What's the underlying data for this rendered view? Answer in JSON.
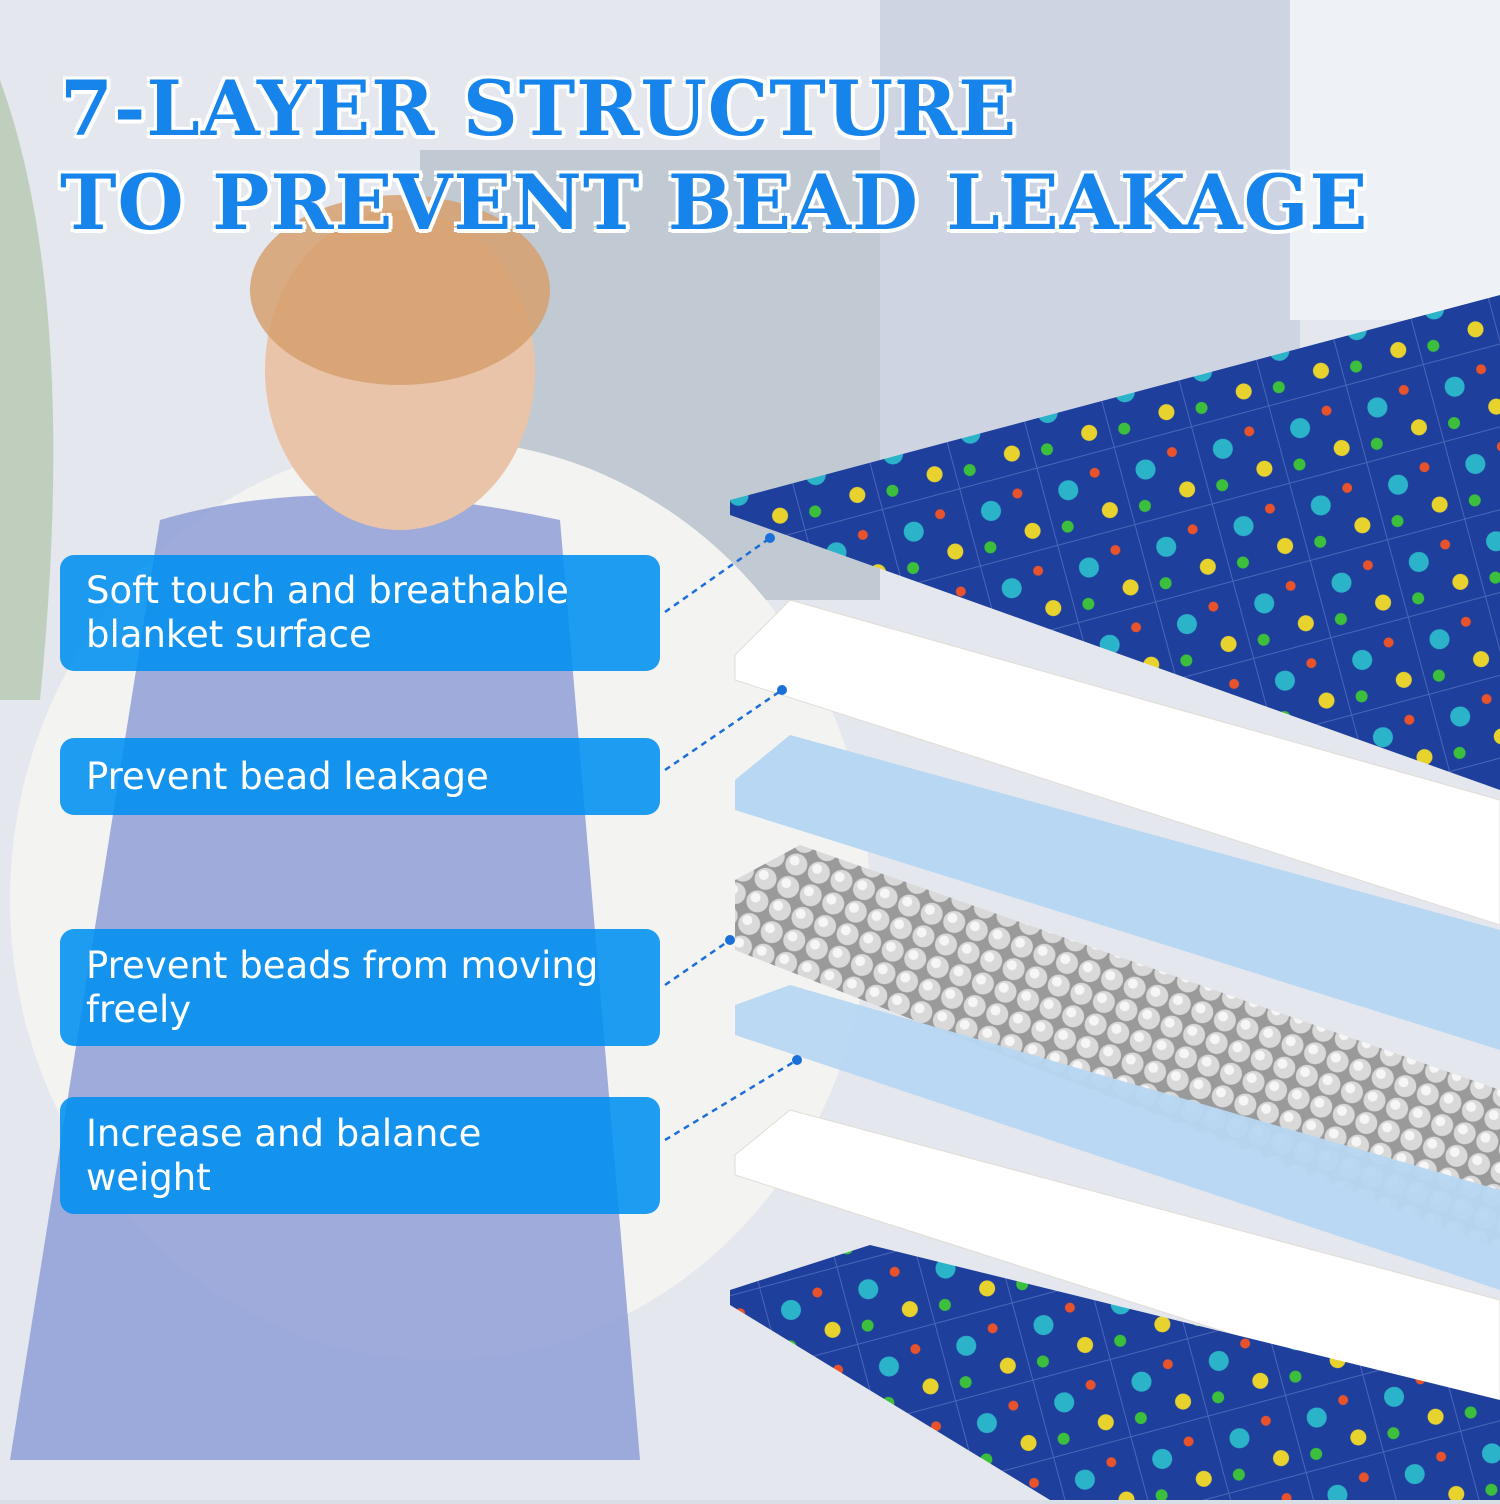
{
  "title": {
    "line1": "7-LAYER STRUCTURE",
    "line2": "TO PREVENT BEAD LEAKAGE"
  },
  "labels": [
    {
      "text": "Soft touch and breathable blanket surface"
    },
    {
      "text": "Prevent bead leakage"
    },
    {
      "text": "Prevent beads from moving freely"
    },
    {
      "text": "Increase and balance weight"
    }
  ],
  "colors": {
    "accent": "#0090f0",
    "title": "#1684ea",
    "dino_fabric": "#1e3f9c",
    "light_blue": "#b7d7f2",
    "white_layer": "#ffffff"
  }
}
